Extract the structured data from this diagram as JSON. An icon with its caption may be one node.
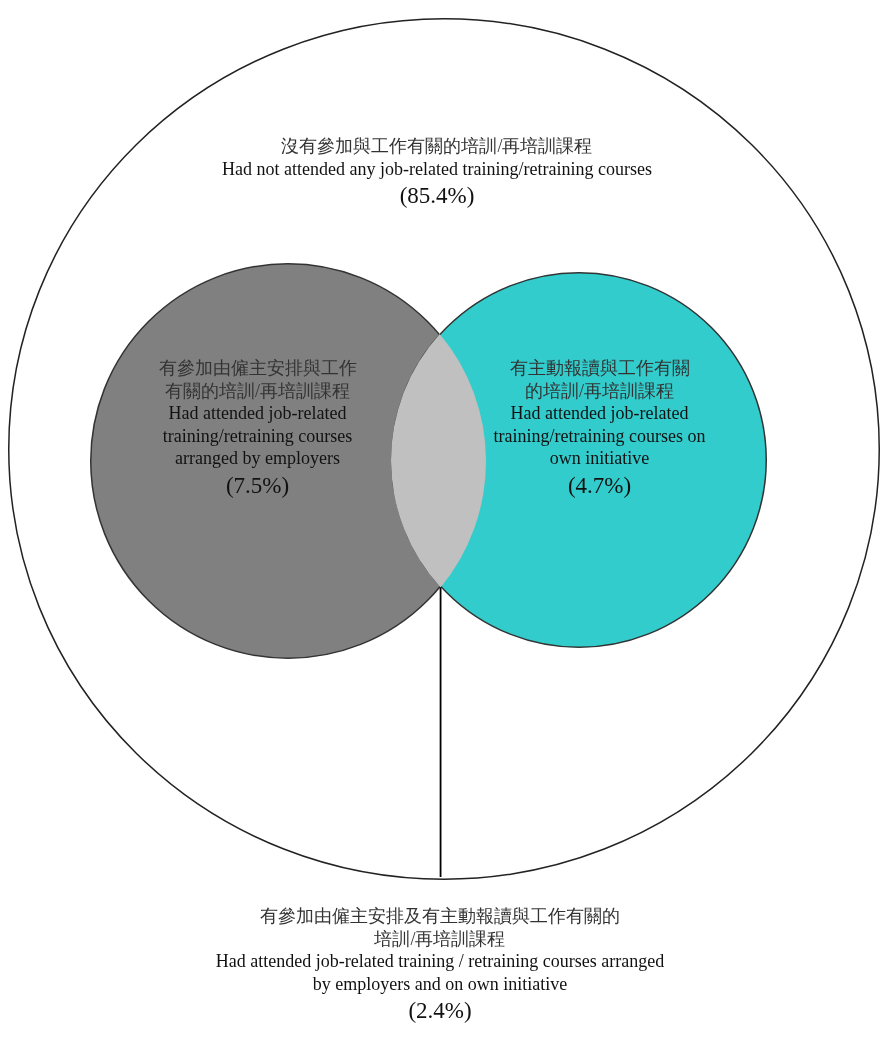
{
  "diagram": {
    "nodes": [
      {
        "text": [
          "沒有參加與工作有關的培訓/再培訓課程",
          "Had not attended any job-related training/retraining courses",
          "(85.4%)"
        ]
      },
      {
        "text": [
          "有參加由僱主安排與工作有關的培訓/再培訓課程",
          "Had attended job-related training/retraining courses arranged by employers",
          "(7.5%)"
        ],
        "in": 0
      },
      {
        "text": [
          "有主動報讀與工作有關的培訓/再培訓課程",
          "Had attended job-related training/retraining courses on own initiative",
          "(4.7%)"
        ],
        "in": 0
      },
      {
        "text": [],
        "shape": "lens"
      },
      {
        "text": [
          "有參加由僱主安排及有主動報讀與工作有關的培訓/再培訓課程",
          "Had attended job-related training / retraining courses arranged by employers and on own initiative",
          "(2.4%)"
        ]
      }
    ],
    "edges": [
      {
        "from": 4,
        "to": 3,
        "arrow": "none"
      }
    ]
  }
}
